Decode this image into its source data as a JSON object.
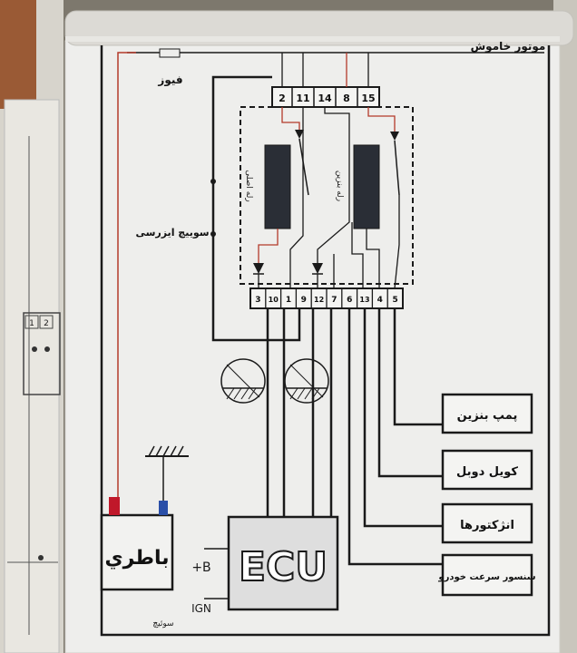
{
  "title": "موتور خاموش",
  "fuse_label": "فیوز",
  "switch_label": "سوییچ ایزرسی",
  "relay_main_label": "رله اصلی",
  "relay_pump_label": "رله بنزین",
  "connector_top": [
    "2",
    "11",
    "14",
    "8",
    "15"
  ],
  "connector_bottom": [
    "3",
    "10",
    "1",
    "9",
    "12",
    "7",
    "6",
    "13",
    "4",
    "5"
  ],
  "components": {
    "fuel_pump": "پمپ بنزین",
    "coil": "کویل دوبل",
    "injectors": "انژکتورها",
    "speed_sensor": "سنسور سرعت خودرو"
  },
  "battery_label": "باطري",
  "ecu_label": "ECU",
  "plus_b": "+B",
  "ign_label": "IGN",
  "ign_note": "سوئیچ",
  "left_panel_pins": [
    "1",
    "2"
  ],
  "colors": {
    "wire": "#1a1a1a",
    "wire_red": "#b33a2a",
    "battery_pos": "#c0182a",
    "battery_neg": "#2a4fa8",
    "paper": "#eeeeec"
  }
}
